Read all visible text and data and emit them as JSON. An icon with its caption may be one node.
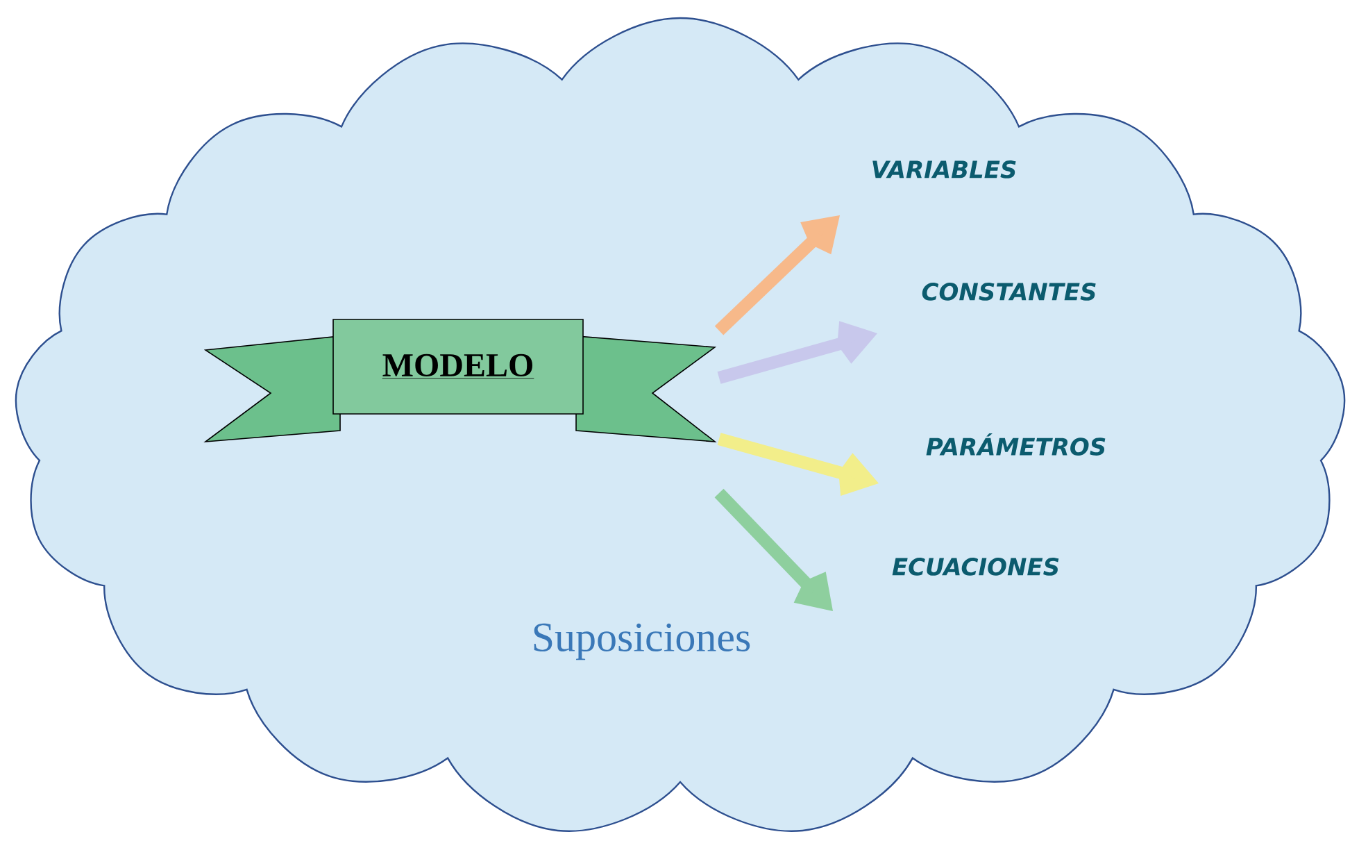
{
  "diagram": {
    "nodes": [
      {
        "text": [
          "Suposiciones"
        ]
      },
      {
        "text": [
          "MODELO"
        ],
        "in": 0
      },
      {
        "text": [
          "VARIABLES"
        ],
        "in": 0
      },
      {
        "text": [
          "CONSTANTES"
        ],
        "in": 0
      },
      {
        "text": [
          "PARÁMETROS"
        ],
        "in": 0
      },
      {
        "text": [
          "ECUACIONES"
        ],
        "in": 0
      }
    ],
    "edges": [
      {
        "from": 1,
        "to": 2,
        "arrow": "to",
        "color": "#f7b98a"
      },
      {
        "from": 1,
        "to": 3,
        "arrow": "to",
        "color": "#c8c8ec"
      },
      {
        "from": 1,
        "to": 4,
        "arrow": "to",
        "color": "#f2ee8a"
      },
      {
        "from": 1,
        "to": 5,
        "arrow": "to",
        "color": "#8ecf9e"
      }
    ]
  }
}
